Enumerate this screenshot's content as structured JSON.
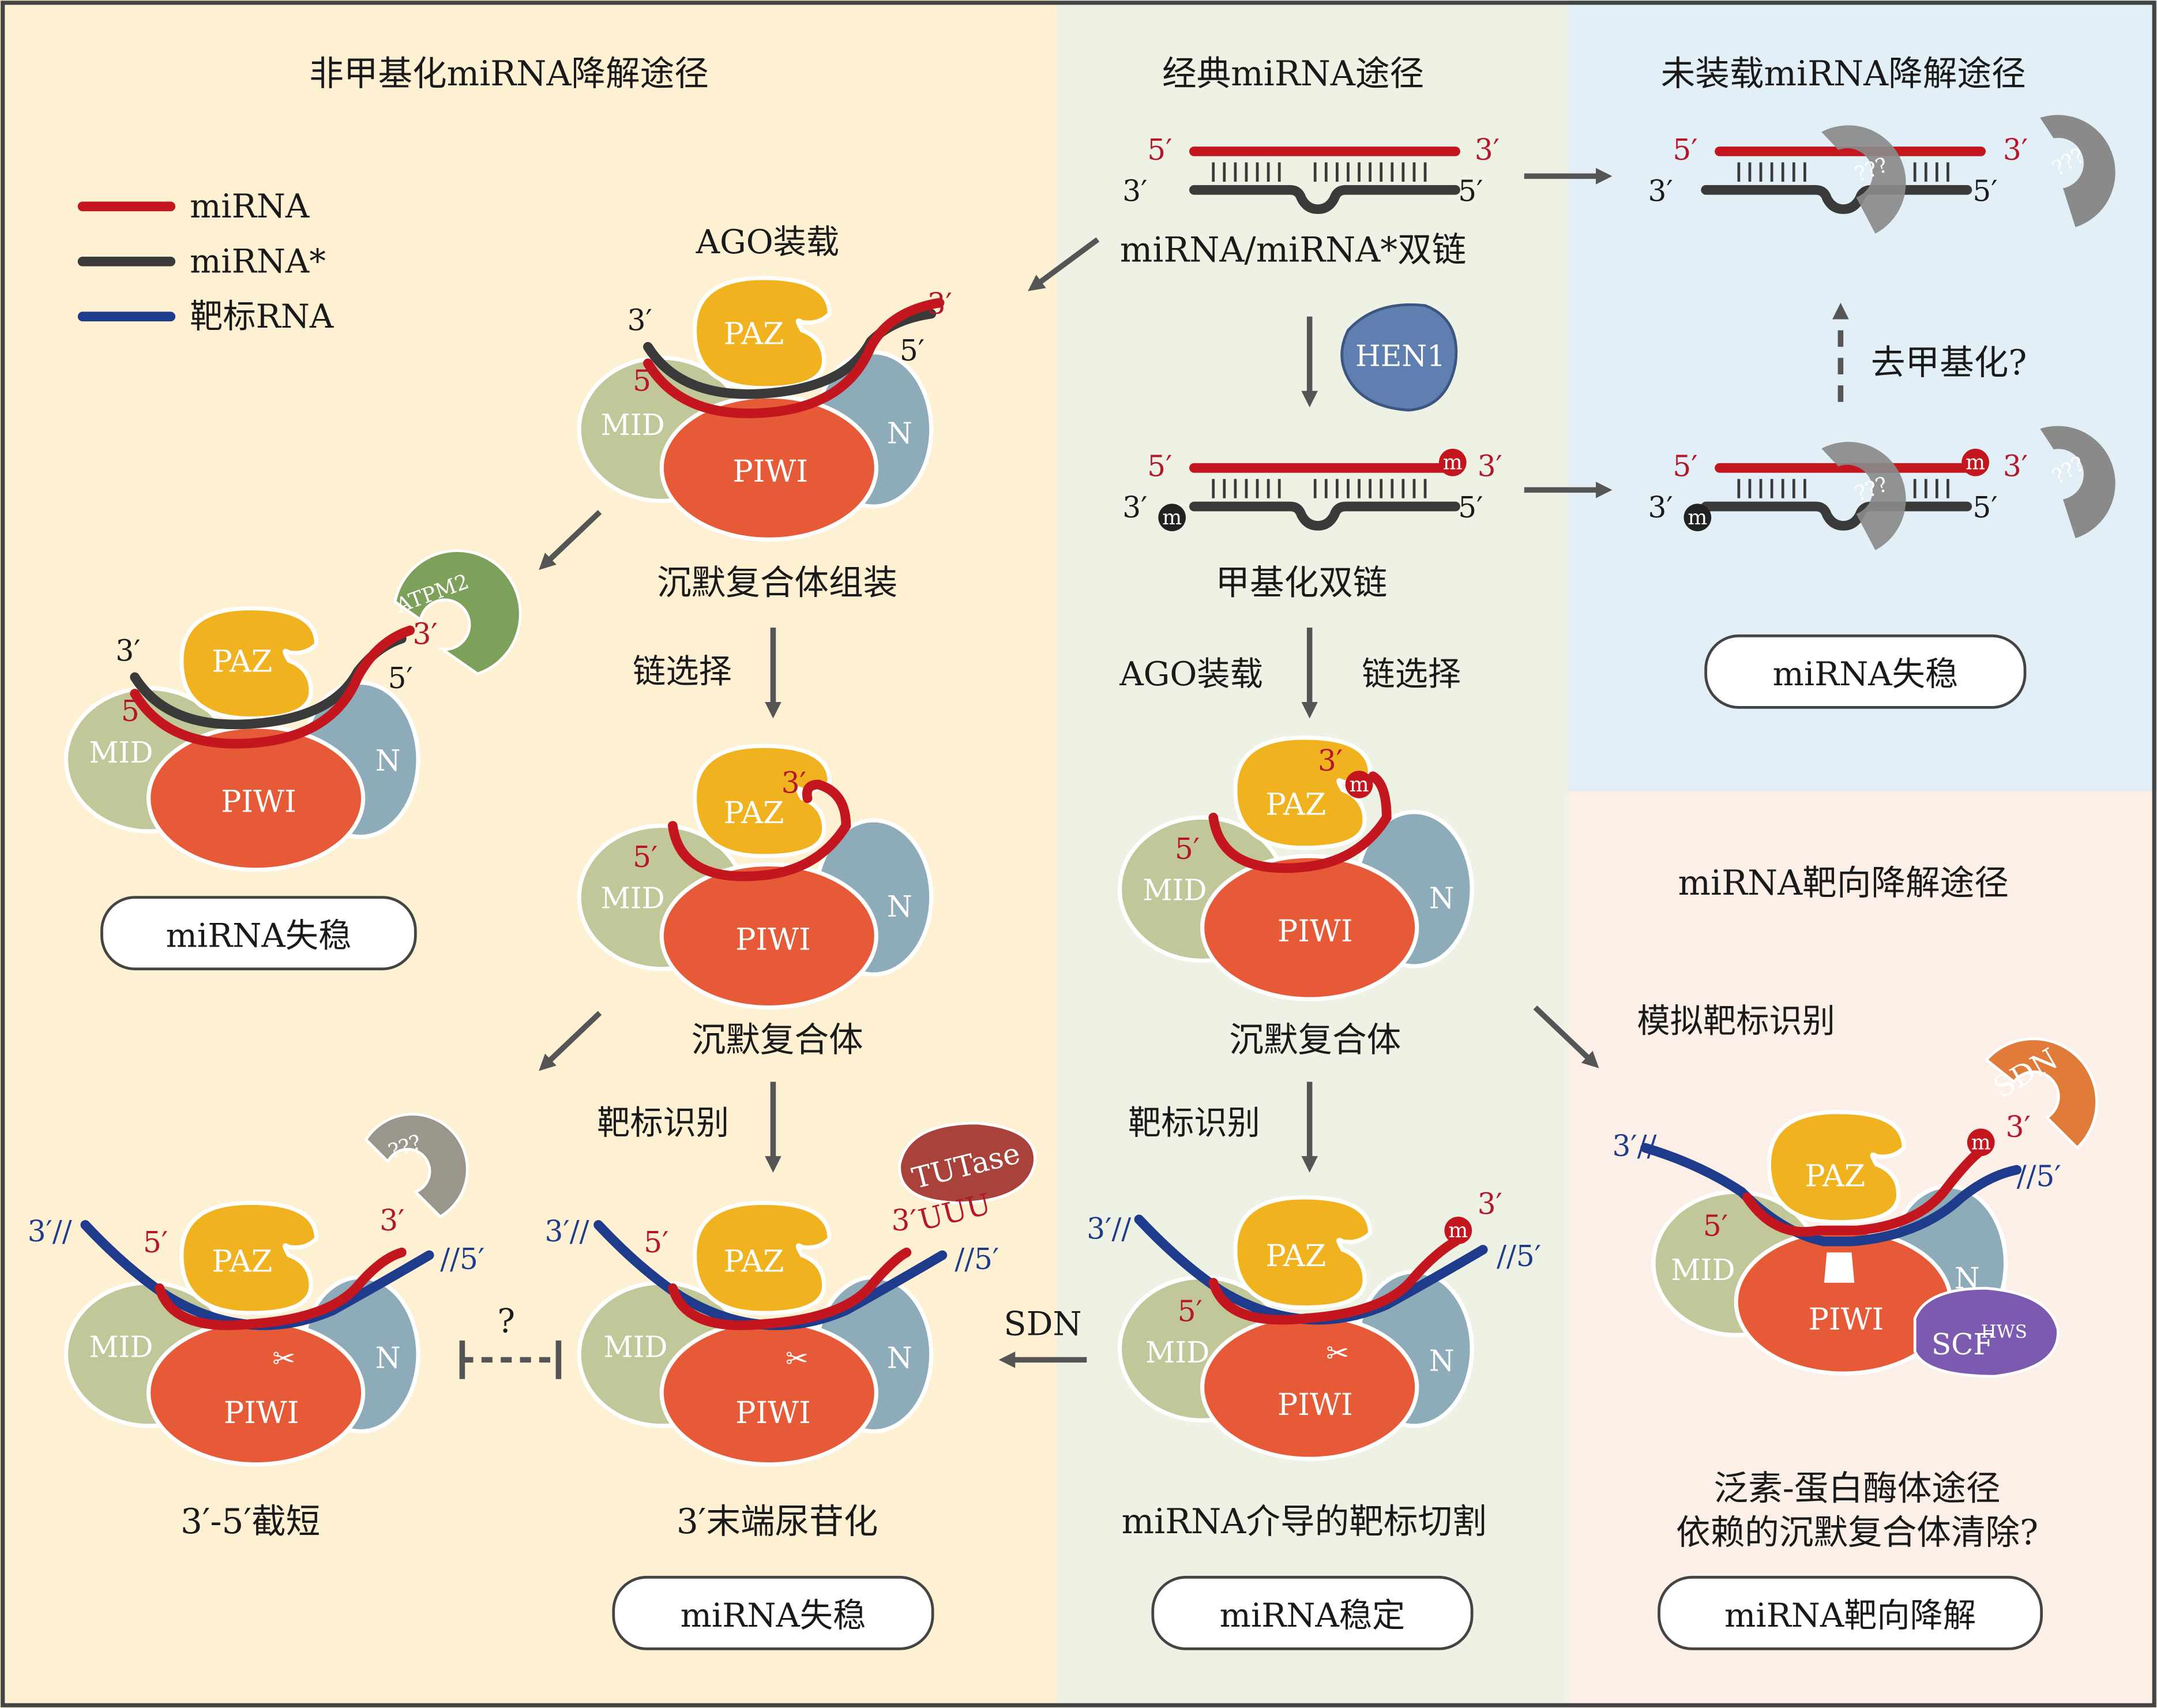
{
  "headers": {
    "unmethylated": "非甲基化miRNA降解途径",
    "canonical": "经典miRNA途径",
    "unloaded": "未装载miRNA降解途径",
    "target_directed": "miRNA靶向降解途径"
  },
  "legend": {
    "mirna": "miRNA",
    "mirna_star": "miRNA*",
    "target": "靶标RNA"
  },
  "labels": {
    "ago_loading": "AGO装载",
    "duplex": "miRNA/miRNA*双链",
    "hen1": "HEN1",
    "methylated_duplex": "甲基化双链",
    "demethylation": "去甲基化?",
    "assembly": "沉默复合体组装",
    "strand_selection": "链选择",
    "ago_loading2": "AGO装载",
    "strand_selection2": "链选择",
    "silencing_complex": "沉默复合体",
    "silencing_complex2": "沉默复合体",
    "target_recognition": "靶标识别",
    "target_recognition2": "靶标识别",
    "mimicry": "模拟靶标识别",
    "truncation": "3′-5′截短",
    "uridylation": "3′末端尿苷化",
    "cleavage": "miRNA介导的靶标切割",
    "sdn_arrow": "SDN",
    "question": "?",
    "proteasome_line1": "泛素-蛋白酶体途径",
    "proteasome_line2": "依赖的沉默复合体清除?"
  },
  "pills": {
    "destab1": "miRNA失稳",
    "destab2": "miRNA失稳",
    "destab3": "miRNA失稳",
    "stable": "miRNA稳定",
    "targeted_decay": "miRNA靶向降解"
  },
  "domains": {
    "paz": "PAZ",
    "mid": "MID",
    "piwi": "PIWI",
    "n": "N",
    "atpm2": "ATPM2",
    "tutase": "TUTase",
    "sdn": "SDN",
    "scf": "SCF",
    "scf_sup": "HWS",
    "unknown": "???",
    "uuu": "UUU",
    "methyl": "m"
  },
  "ends": {
    "five": "5′",
    "three": "3′",
    "three_cut": "3′//",
    "five_cut": "//5′"
  },
  "colors": {
    "mirna": "#c3161f",
    "mirna_star": "#3a3a3a",
    "target": "#1f3b8c",
    "paz": "#f1b21f",
    "piwi": "#e65a38",
    "mid": "#c2c79a",
    "n": "#8eabba",
    "hen1": "#5f7fb0",
    "atpm2": "#7da05a",
    "tutase": "#a9423a",
    "sdn": "#e07b3a",
    "scf": "#7c5ab0",
    "unknown": "#8a8a8a",
    "bg_left": "#fdf0d3",
    "bg_center": "#edf2e4",
    "bg_top_right": "#e2eff7",
    "bg_bottom_right": "#fbefe8"
  }
}
